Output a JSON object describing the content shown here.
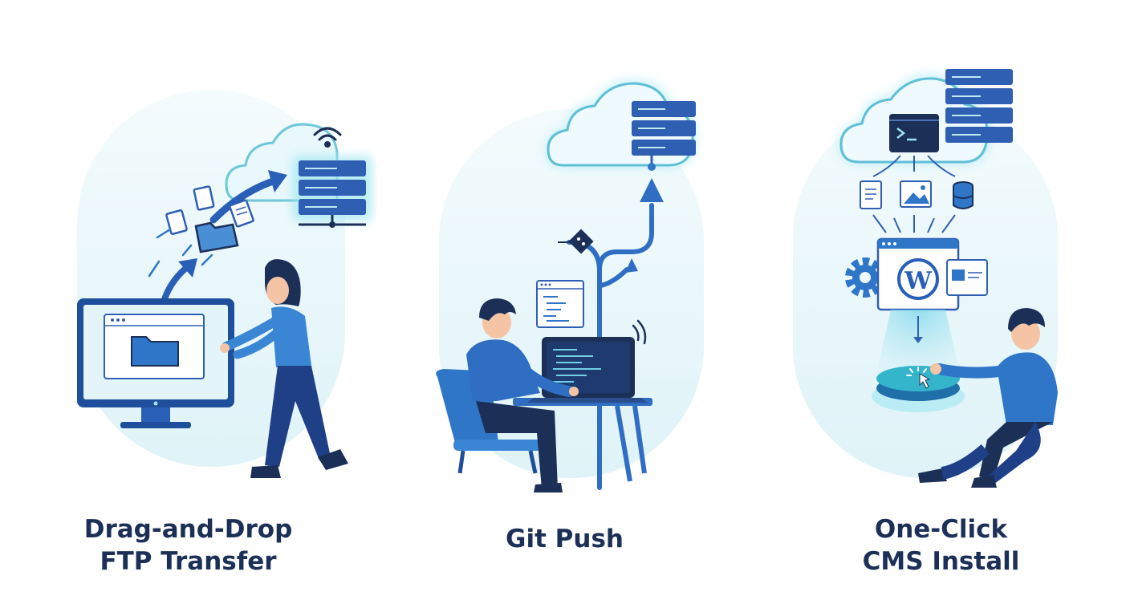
{
  "panels": [
    {
      "id": "ftp",
      "caption_lines": [
        "Drag-and-Drop",
        "FTP Transfer"
      ],
      "icons": [
        "cloud-icon",
        "server-icon",
        "wifi-icon",
        "file-icon",
        "folder-icon",
        "monitor-icon",
        "arrow-icon"
      ]
    },
    {
      "id": "git",
      "caption_lines": [
        "Git Push"
      ],
      "icons": [
        "cloud-icon",
        "server-icon",
        "branch-icon",
        "laptop-icon",
        "code-window-icon",
        "arrow-icon"
      ]
    },
    {
      "id": "cms",
      "caption_lines": [
        "One-Click",
        "CMS Install"
      ],
      "icons": [
        "cloud-icon",
        "server-icon",
        "terminal-icon",
        "file-icon",
        "image-icon",
        "database-icon",
        "gear-icon",
        "wordpress-icon",
        "button-icon"
      ]
    }
  ],
  "colors": {
    "navy": "#1c2f57",
    "blue": "#2f76c8",
    "teal": "#30b8cc",
    "pale": "#e7f6fb",
    "glow": "#9fe6f3"
  }
}
